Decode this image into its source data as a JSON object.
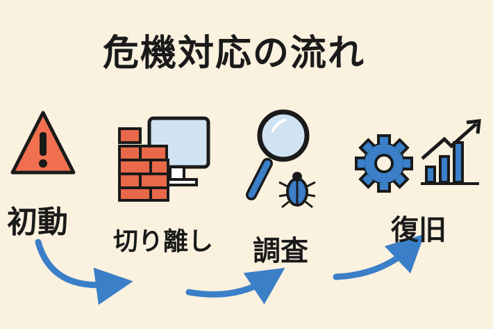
{
  "title": "危機対応の流れ",
  "steps": [
    {
      "label": "初動",
      "icon": "warning-icon"
    },
    {
      "label": "切り離し",
      "icon": "firewall-monitor-icon"
    },
    {
      "label": "調査",
      "icon": "magnifier-bug-icon"
    },
    {
      "label": "復旧",
      "icon": "gear-chart-icon"
    }
  ],
  "colors": {
    "background": "#fbf1df",
    "warning": "#f07050",
    "arrow": "#3a7fc8",
    "brick": "#e8694a",
    "screen": "#cfe3f2"
  }
}
